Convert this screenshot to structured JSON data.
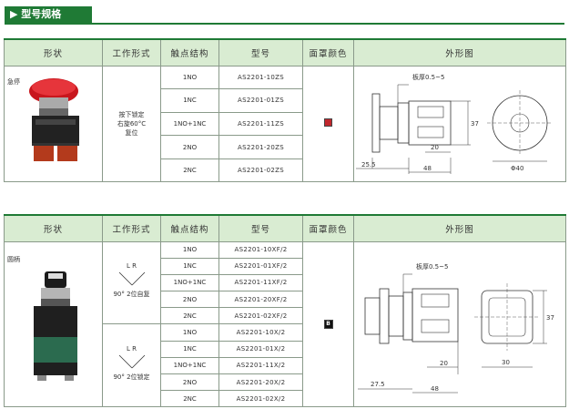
{
  "section": {
    "title": "▶ 型号规格"
  },
  "headers": {
    "shape": "形状",
    "work": "工作形式",
    "contact": "触点结构",
    "model": "型号",
    "color": "面罩颜色",
    "outline": "外形图"
  },
  "table1": {
    "shape_label": "急停",
    "work_lines": [
      "按下锁定",
      "右旋60°C",
      "复位"
    ],
    "rows": [
      {
        "contact": "1NO",
        "model": "AS2201-10ZS"
      },
      {
        "contact": "1NC",
        "model": "AS2201-01ZS"
      },
      {
        "contact": "1NO+1NC",
        "model": "AS2201-11ZS"
      },
      {
        "contact": "2NO",
        "model": "AS2201-20ZS"
      },
      {
        "contact": "2NC",
        "model": "AS2201-02ZS"
      }
    ],
    "color": "#c1272d",
    "dims": {
      "panel": "板厚0.5~5",
      "d37": "37",
      "d20": "20",
      "d25": "25.5",
      "d48": "48",
      "dia": "Φ40"
    }
  },
  "table2": {
    "shape_label": "圆柄",
    "group1": {
      "lr": "L    R",
      "desc": "90° 2位自复"
    },
    "group2": {
      "lr": "L    R",
      "desc": "90° 2位锁定"
    },
    "rows": [
      {
        "contact": "1NO",
        "model": "AS2201-10XF/2"
      },
      {
        "contact": "1NC",
        "model": "AS2201-01XF/2"
      },
      {
        "contact": "1NO+1NC",
        "model": "AS2201-11XF/2"
      },
      {
        "contact": "2NO",
        "model": "AS2201-20XF/2"
      },
      {
        "contact": "2NC",
        "model": "AS2201-02XF/2"
      },
      {
        "contact": "1NO",
        "model": "AS2201-10X/2"
      },
      {
        "contact": "1NC",
        "model": "AS2201-01X/2"
      },
      {
        "contact": "1NO+1NC",
        "model": "AS2201-11X/2"
      },
      {
        "contact": "2NO",
        "model": "AS2201-20X/2"
      },
      {
        "contact": "2NC",
        "model": "AS2201-02X/2"
      }
    ],
    "color_code": "B",
    "dims": {
      "panel": "板厚0.5~5",
      "d37": "37",
      "d20": "20",
      "d30": "30",
      "d27": "27.5",
      "d48": "48"
    }
  }
}
